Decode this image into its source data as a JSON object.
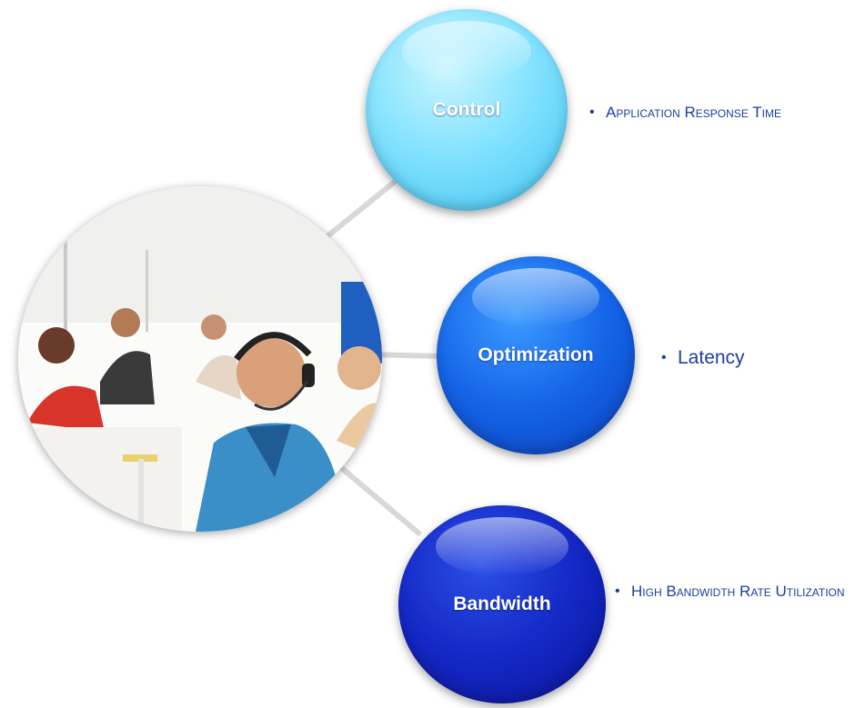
{
  "nodes": {
    "control": {
      "label": "Control",
      "bullet": "Application Response Time"
    },
    "optimization": {
      "label": "Optimization",
      "bullet": "Latency"
    },
    "bandwidth": {
      "label": "Bandwidth",
      "bullet": "High Bandwidth Rate Utilization"
    }
  },
  "colors": {
    "control": "#6fd9f7",
    "optimization": "#1565e8",
    "bandwidth": "#1428c6",
    "bullet_text": "#1b3fa0",
    "connector": "#dcdcdc"
  },
  "icons": {
    "bullet": "•"
  }
}
